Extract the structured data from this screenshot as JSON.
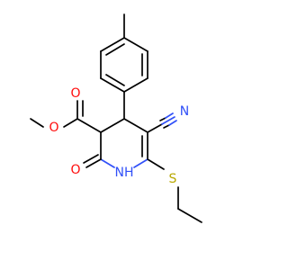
{
  "molecule": {
    "atoms": {
      "ester_methoxy_o": "O",
      "ester_carbonyl_o": "O",
      "ring_carbonyl_o": "O",
      "ring_nh": "NH",
      "nitrile_n": "N",
      "thioether_s": "S"
    },
    "colors": {
      "carbon": "#000000",
      "oxygen": "#ff0d0d",
      "nitrogen": "#3050f8",
      "sulfur": "#b8a800",
      "background": "#ffffff"
    }
  }
}
